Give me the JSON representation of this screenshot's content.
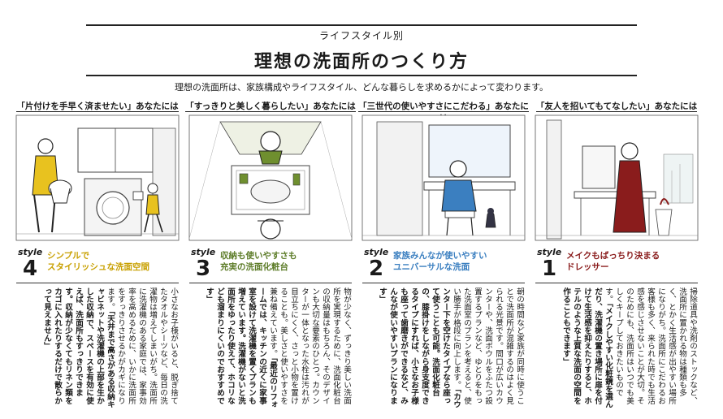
{
  "header": {
    "subtitle": "ライフスタイル別",
    "title": "理想の洗面所のつくり方",
    "intro": "理想の洗面所は、家族構成やライフスタイル、どんな暮らしを求めるかによって変わります。"
  },
  "colors": {
    "style4": "#c8a000",
    "style3": "#5e7d2a",
    "style2": "#3b7fc0",
    "style1": "#8a1c1c"
  },
  "columns": [
    {
      "heading": "「片付けを手早く済ませたい」あなたには",
      "style_word": "style",
      "style_number": "4",
      "style_title_1": "シンプルで",
      "style_title_2": "スタイリッシュな洗面空間",
      "body_1": "小さなお子様がいると、脱ぎ捨てたタオルやシーツなど、毎日の洗濯物は増えてしまいがち。洗面所に洗濯機のある家庭では、家事効率を高めるために、いかに洗面所をすっきりさせるかがカギになります。",
      "body_2": "「天井まで高さがある収納キャビネットや洗濯機の上部を生かした収納で、スペースを有効に使えば、洗面所もすっきりできます。収納が少なくてもリネン類をカゴに入れたりするだけで散らかって見えません」"
    },
    {
      "heading": "「すっきりと美しく暮らしたい」あなたには",
      "style_word": "style",
      "style_number": "3",
      "style_title_1": "収納も使いやすさも",
      "style_title_2": "充実の洗面化粧台",
      "body_1": "物が少なく、ずっきり美しい洗面所を実現するために、洗面化粧台の収納量はもちろん、そのデザインも大切な要素のひとつ。カウンターが一体となった水栓は汚れが目立ちにくく、さっと小物を置けることも。美しさと使いやすさを兼ね備えています。",
      "body_2": "「最近のリフォームでは、キッチンの近くに家事室を設けて洗濯機を置くプランも増えています。洗濯機がないと洗面所をゆったり使えて、ホコリなども溜まりにくいのでおすすめです」"
    },
    {
      "heading": "「三世代の使いやすさにこだわる」あなたには",
      "style_word": "style",
      "style_number": "2",
      "style_title_1": "家族みんなが使いやすい",
      "style_title_2": "ユニバーサルな洗面",
      "body_1": "朝の時間など家族が同時に使うことで洗面所が混雑するのはよく見られる光景です。間口が広いカウンターや、洗面ボウルをふたつ設置するプランなど、ゆとりをもった洗面室のプランを考えると、使い勝手が格段に向上します。",
      "body_2": "「カウンター下を空けたタイプなら座って使うことも可能。洗面化粧台の、膝掛けをしながら身支度できるタイプにすれば、小さなお子様も座って歯磨きができるなど、みんなが使いやすいプランになります」"
    },
    {
      "heading": "「友人を招いてもてなしたい」あなたには",
      "style_word": "style",
      "style_number": "1",
      "style_title_1": "メイクもばっちり決まる",
      "style_title_2": "ドレッサー",
      "body_1": "掃除道具や洗剤のストックなど、洗面所に置かれる物は種類も多く、とかく生活感が出やすい場所になりがち。洗面所にこだわるお客様も多く、来られた時でも生活感を感じさせないことが大切。そのためにも、洗面所はいつでも美しくキープしておきたいものです。",
      "body_2": "「メイクしやすい化粧鏡を選んだり、洗濯機の置き場所に扉を付けて生活感を抑えたりすると、ホテルのような上質な洗面の空間を作ることもできます」"
    }
  ]
}
